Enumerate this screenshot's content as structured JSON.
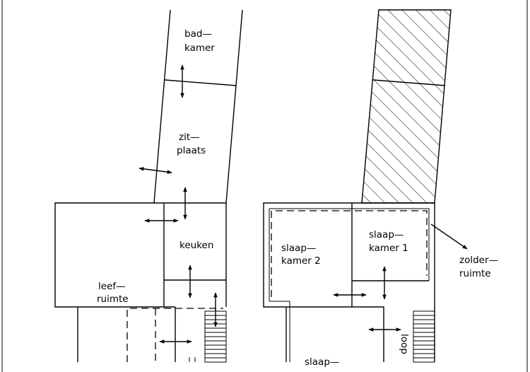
{
  "ground_floor": {
    "rooms": {
      "badkamer": [
        "bad—",
        "kamer"
      ],
      "zitplaats": [
        "zit—",
        "plaats"
      ],
      "keuken": [
        "keuken"
      ],
      "leefruimte": [
        "leef—",
        "ruimte"
      ]
    }
  },
  "upper_floor": {
    "rooms": {
      "slaapkamer2": [
        "slaap—",
        "kamer 2"
      ],
      "slaapkamer1": [
        "slaap—",
        "kamer 1"
      ],
      "zolderruimte": [
        "zolder—",
        "ruimte"
      ],
      "slaap_partial": "slaap—",
      "loop_partial": "loop"
    }
  },
  "colors": {
    "lines": "#000000",
    "background": "#ffffff"
  }
}
